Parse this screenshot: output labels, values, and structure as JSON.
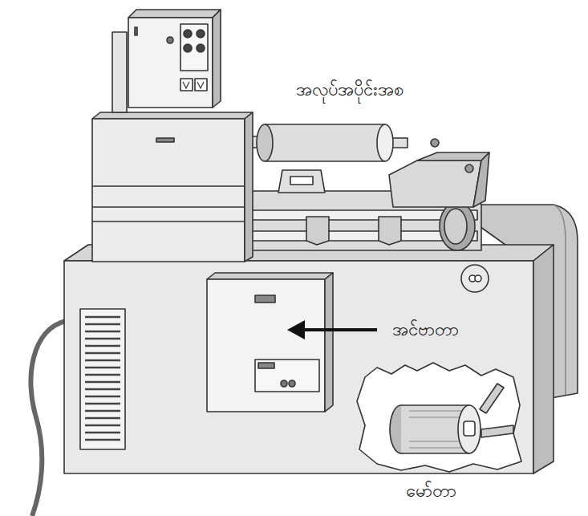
{
  "diagram": {
    "labels": [
      "အလုပ်အပိုင်းအစ",
      "အင်ဗာတာ",
      "မော်တာ"
    ]
  }
}
